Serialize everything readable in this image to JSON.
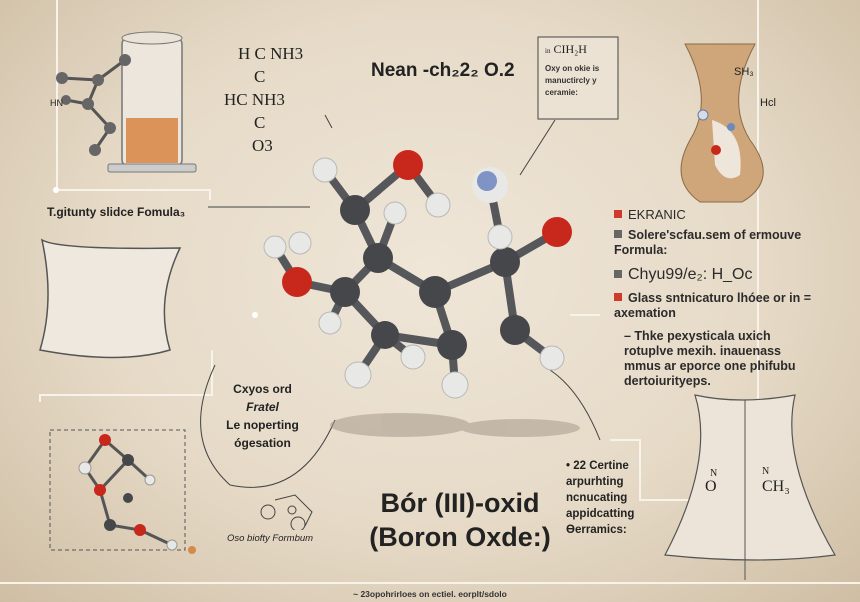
{
  "header": {
    "main_formula": "Nean -ch₂2₂ O.2"
  },
  "structure_top_left": {
    "lines": [
      "H C NH3",
      "C",
      "HC  NH3",
      "C",
      "O3"
    ]
  },
  "note_box": {
    "formula": "CIH₂H",
    "prefix": "in",
    "text": "Oxy on okie is manuctircly y ceramie:"
  },
  "vase_labels": {
    "sh": "SH₃",
    "hcl": "Hcl"
  },
  "left_label": "T.gitunty slidce Fomula₃",
  "hn_label": "HN",
  "info_panel": {
    "items": [
      {
        "text": "EKRANIC",
        "color": "#d03a2c"
      },
      {
        "text": "Solere'scfau.sem of ermouve Formula:",
        "color": "#666666"
      },
      {
        "text": "Chyu99/e₂: H_Oc",
        "color": "#777777"
      },
      {
        "text": "Glass sntnicaturo lhóee or in = axemation",
        "color": "#d03a2c"
      }
    ],
    "paragraph": "– Thke pexysticala uxich rotuplve mexih. inauenass mmus ar eporce one phifubu dertoiurityeps."
  },
  "oval_note": {
    "lines": [
      "Cxyos ord",
      "Fratel",
      "Le noperting",
      "ógesation"
    ]
  },
  "small_structure_caption": "Oso biofty Formbum",
  "compound_title": {
    "line1": "Bór (III)-oxid",
    "line2": "(Boron Oxde:)"
  },
  "right_bottom_note": {
    "lines": [
      "• 22 Certine",
      "arpurhting",
      "ncnucating",
      "appidcatting",
      "Ɵerramics:"
    ]
  },
  "flask_labels": {
    "n1": "N",
    "n2": "N",
    "o": "O",
    "ch3": "CH₃"
  },
  "footer": "~ 23opohrirloes on ectiel. eorplt/sdolo",
  "colors": {
    "oxygen": "#c8281c",
    "carbon": "#45474a",
    "hydrogen": "#e8e8e6",
    "nitrogen": "#7f94c4",
    "accent": "#d03a2c"
  }
}
